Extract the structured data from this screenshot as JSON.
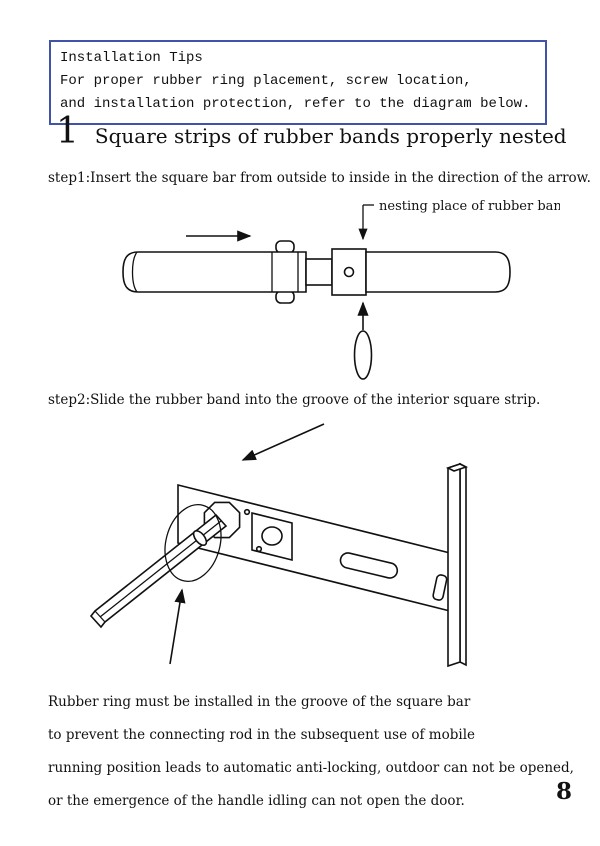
{
  "colors": {
    "accent": "#4053a8",
    "ink": "#111111",
    "paper": "#ffffff"
  },
  "page": {
    "number": "8"
  },
  "tips_box": {
    "lines": [
      "Installation Tips",
      "For proper rubber ring placement, screw location,",
      "and installation protection, refer to the diagram below."
    ]
  },
  "section": {
    "number": "1",
    "title": "Square strips of rubber bands properly nested"
  },
  "steps": {
    "step1": "step1:Insert the square bar from outside to inside in the direction of the arrow.",
    "step2": "step2:Slide the rubber band into the groove of the interior square strip."
  },
  "diagram1": {
    "label": "nesting place of rubber bands"
  },
  "footer_paragraph": {
    "lines": [
      "Rubber ring must be installed in the groove of the square bar",
      "to prevent the connecting rod in the subsequent use of mobile",
      "running position leads to automatic anti-locking, outdoor can not be opened,",
      "or the emergence of the handle idling can not open the door."
    ]
  }
}
